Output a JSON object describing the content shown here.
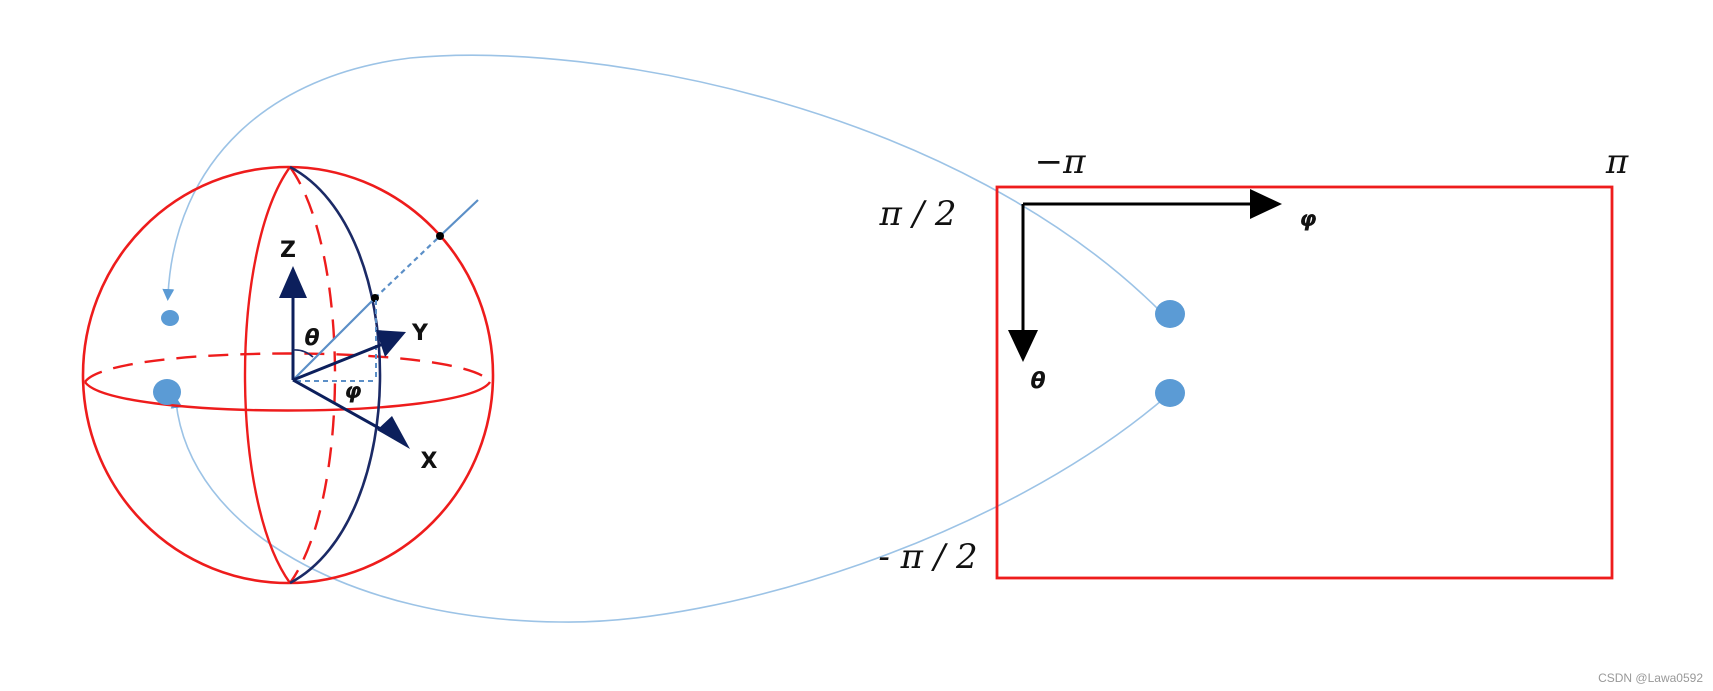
{
  "colors": {
    "sphere": "#ee1c1c",
    "meridian": "#1b2a66",
    "axis": "#0c1f5c",
    "ray": "#5b8fc7",
    "dot": "#5b9bd5",
    "connector": "#9cc3e6",
    "arrow": "#000000"
  },
  "sphere": {
    "axis_labels": {
      "z": "Z",
      "y": "Y",
      "x": "X"
    },
    "angle_labels": {
      "theta": "θ",
      "phi": "φ"
    }
  },
  "projection": {
    "corner_labels": {
      "left_top": "−π",
      "right_top": "π",
      "upper": "π / 2",
      "lower": "- π / 2"
    },
    "axis_labels": {
      "phi": "φ",
      "theta": "θ"
    }
  },
  "watermark": "CSDN @Lawa0592"
}
